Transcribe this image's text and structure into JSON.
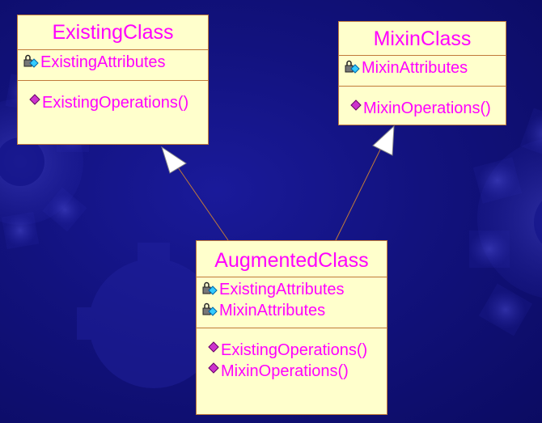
{
  "diagram": {
    "classes": {
      "existing": {
        "name": "ExistingClass",
        "attributes": [
          "ExistingAttributes"
        ],
        "operations": [
          "ExistingOperations()"
        ]
      },
      "mixin": {
        "name": "MixinClass",
        "attributes": [
          "MixinAttributes"
        ],
        "operations": [
          "MixinOperations()"
        ]
      },
      "augmented": {
        "name": "AugmentedClass",
        "attributes": [
          "ExistingAttributes",
          "MixinAttributes"
        ],
        "operations": [
          "ExistingOperations()",
          "MixinOperations()"
        ]
      }
    },
    "relations": [
      {
        "type": "generalization",
        "from": "AugmentedClass",
        "to": "ExistingClass"
      },
      {
        "type": "generalization",
        "from": "AugmentedClass",
        "to": "MixinClass"
      }
    ],
    "colors": {
      "text": "#ff00ff",
      "box_fill": "#ffffcc",
      "box_border": "#c07a3a",
      "background": "#12127e",
      "gear": "#2a2ab0"
    },
    "icons": {
      "attribute": "locked-attribute-icon",
      "operation": "operation-diamond-icon"
    }
  }
}
